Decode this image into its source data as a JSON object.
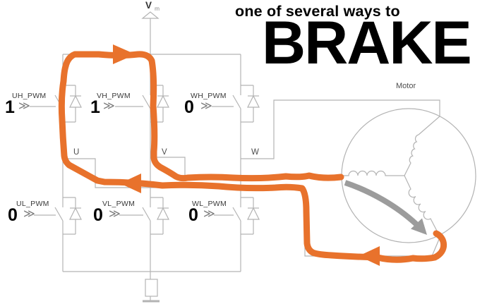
{
  "title": {
    "line1": "one of several ways to",
    "line2": "BRAKE"
  },
  "supply": {
    "label": "V",
    "label_sub": "m"
  },
  "motor": {
    "label": "Motor"
  },
  "phase_labels": {
    "u": "U",
    "v": "V",
    "w": "W"
  },
  "gates": {
    "high": [
      {
        "label": "UH_PWM",
        "value": "1"
      },
      {
        "label": "VH_PWM",
        "value": "1"
      },
      {
        "label": "WH_PWM",
        "value": "0"
      }
    ],
    "low": [
      {
        "label": "UL_PWM",
        "value": "0"
      },
      {
        "label": "VL_PWM",
        "value": "0"
      },
      {
        "label": "WL_PWM",
        "value": "0"
      }
    ]
  },
  "glyphs": {
    "gate_input_chevron": "≫"
  },
  "colors": {
    "current_path_orange": "#E8722C",
    "circuit_gray": "#B3B3B3",
    "rotation_arrow_gray": "#9C9C9C",
    "text_black": "#000000"
  }
}
